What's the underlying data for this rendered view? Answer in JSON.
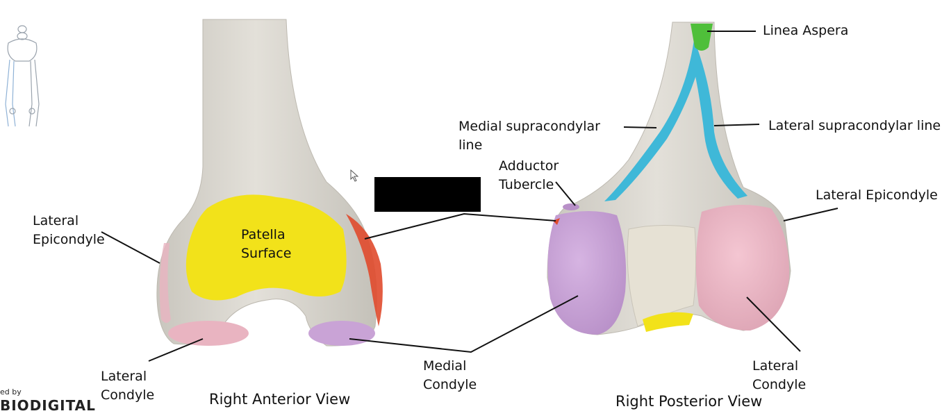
{
  "labels": {
    "linea_aspera": "Linea Aspera",
    "medial_supracondylar": "Medial supracondylar\nline",
    "lateral_supracondylar": "Lateral supracondylar line",
    "adductor_tubercle": "Adductor\nTubercle",
    "lateral_epicondyle_posterior": "Lateral Epicondyle",
    "lateral_epicondyle_anterior": "Lateral\nEpicondyle",
    "patella_surface": "Patella\nSurface",
    "lateral_condyle_anterior": "Lateral\nCondyle",
    "medial_condyle": "Medial\nCondyle",
    "lateral_condyle_posterior": "Lateral\nCondyle"
  },
  "views": {
    "anterior": "Right Anterior View",
    "posterior": "Right Posterior View"
  },
  "credit": {
    "prefix": "ed by",
    "brand": "BIODIGITAL"
  },
  "colors": {
    "bone": "#d9d6cf",
    "patella_surface": "#f2e21a",
    "lateral_condyle": "#e9b4c1",
    "medial_condyle": "#c9a3d6",
    "medial_epicondyle": "#e04a2c",
    "supracondylar_lines": "#3fb8d8",
    "linea_aspera": "#4fbf3a"
  }
}
